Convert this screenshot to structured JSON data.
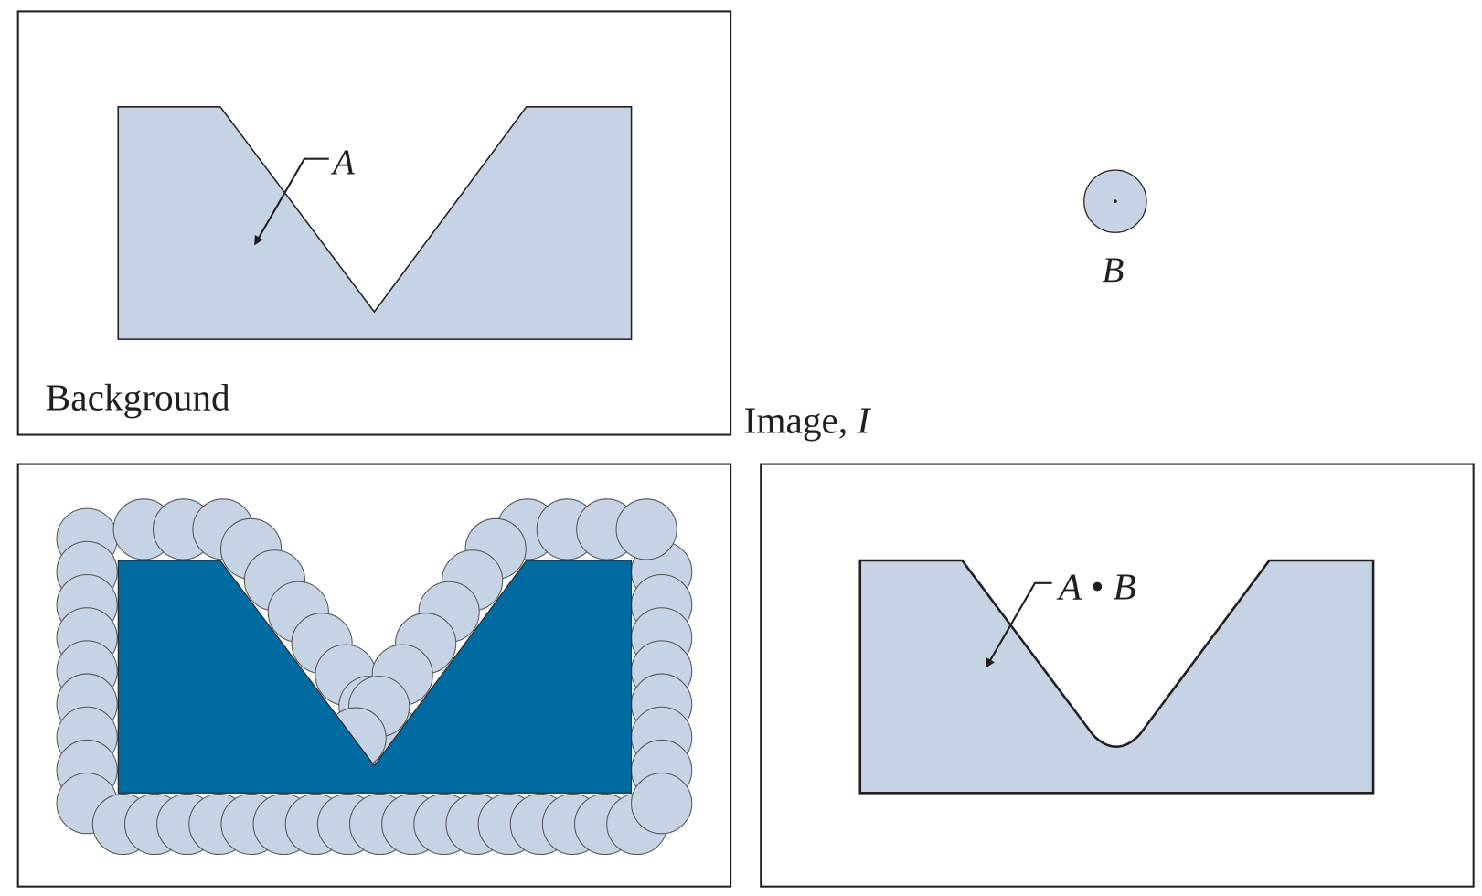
{
  "panels": {
    "top_left": {
      "background_label": "Background",
      "set_label": "A"
    },
    "top_right": {
      "element_label": "B"
    },
    "image_label": {
      "text": "Image, ",
      "symbol": "I"
    },
    "bottom_right": {
      "result_label": "A • B"
    }
  },
  "colors": {
    "light_fill": "#c5d3e4",
    "dark_fill": "#006ba0",
    "stroke": "#231f20"
  }
}
